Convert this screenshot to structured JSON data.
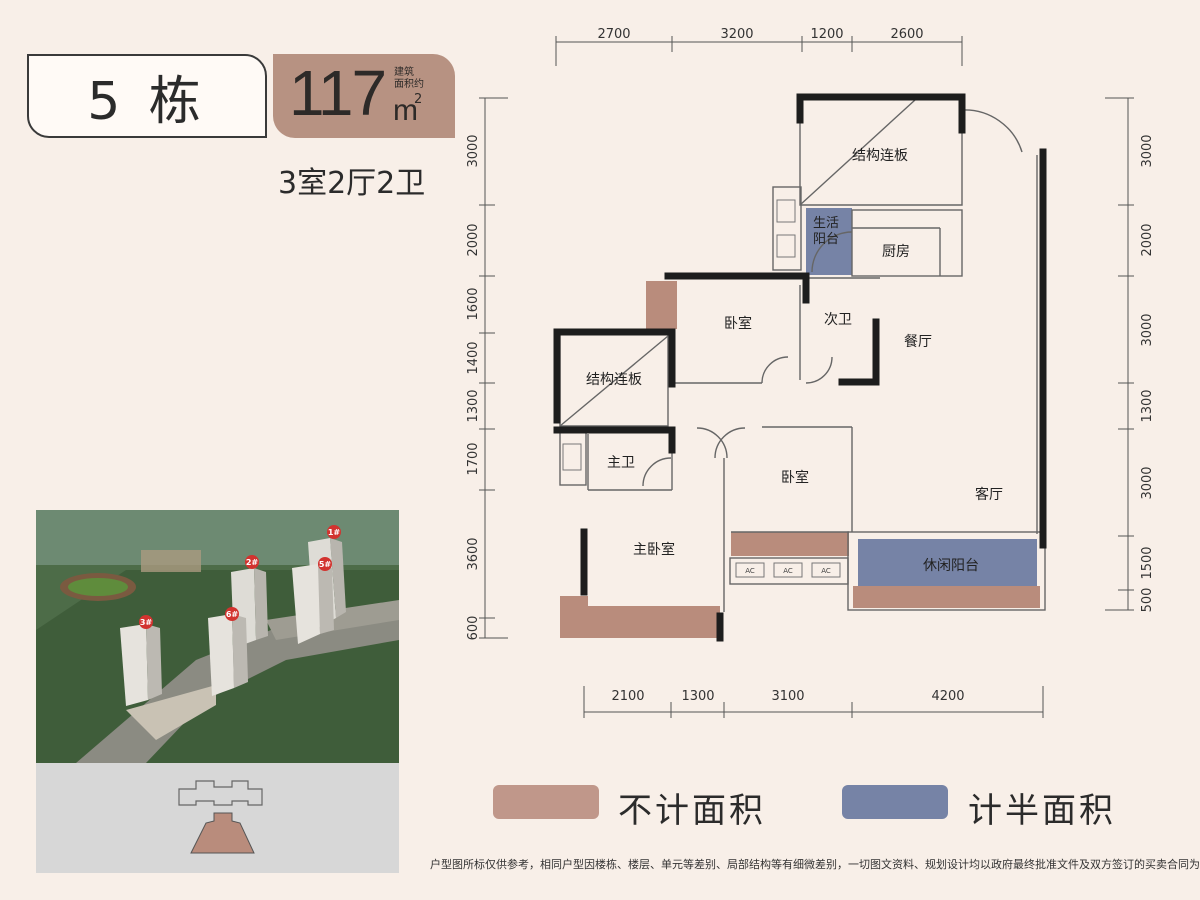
{
  "header": {
    "building": "5 栋",
    "area_value": "117",
    "area_caption_line1": "建筑",
    "area_caption_line2": "面积约",
    "area_unit": "m",
    "area_unit_exp": "2",
    "layout_type": "3室2厅2卫"
  },
  "dimensions": {
    "top": [
      "2700",
      "3200",
      "1200",
      "2600"
    ],
    "bottom": [
      "2100",
      "1300",
      "3100",
      "4200"
    ],
    "left": [
      "3000",
      "2000",
      "1600",
      "1400",
      "1300",
      "1700",
      "3600",
      "600"
    ],
    "right": [
      "3000",
      "2000",
      "3000",
      "1300",
      "3000",
      "1500",
      "500"
    ]
  },
  "rooms": {
    "structural_slab_top": "结构连板",
    "utility_balcony": "生活\n阳台",
    "kitchen": "厨房",
    "bedroom_north": "卧室",
    "secondary_bath": "次卫",
    "dining": "餐厅",
    "structural_slab_left": "结构连板",
    "master_bath": "主卫",
    "bedroom_south": "卧室",
    "living": "客厅",
    "master_bedroom": "主卧室",
    "leisure_balcony": "休闲阳台",
    "ac_label": "AC"
  },
  "towers": [
    "1#",
    "2#",
    "3#",
    "5#",
    "6#"
  ],
  "legend": {
    "excluded_area": "不计面积",
    "excluded_color": "#c0978a",
    "half_area": "计半面积",
    "half_color": "#7683a6"
  },
  "disclaimer": "户型图所标仅供参考，相同户型因楼栋、楼层、单元等差别、局部结构等有细微差别，一切图文资料、规划设计均以政府最终批准文件及双方签订的买卖合同为准。"
}
